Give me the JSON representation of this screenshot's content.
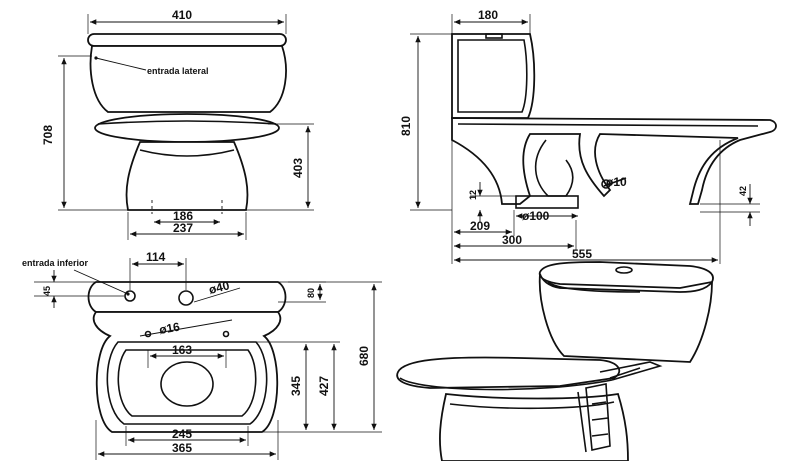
{
  "front_view": {
    "width_top": "410",
    "height_total": "708",
    "height_bowl": "403",
    "foot_inner": "186",
    "foot_outer": "237",
    "side_inlet_label": "entrada lateral"
  },
  "side_view": {
    "tank_depth": "180",
    "height_total": "810",
    "outlet_low": "12",
    "outlet_offset": "42",
    "outlet_dia": "ø100",
    "inner_dia": "ø10",
    "dist_209": "209",
    "dist_300": "300",
    "depth_total": "555"
  },
  "top_view": {
    "bottom_inlet_label": "entrada inferior",
    "offset_114": "114",
    "dist_45": "45",
    "dist_80": "80",
    "dia_40": "ø40",
    "dia_16": "ø16",
    "seat_163": "163",
    "seat_345": "345",
    "seat_427": "427",
    "depth_680": "680",
    "base_245": "245",
    "base_365": "365"
  }
}
